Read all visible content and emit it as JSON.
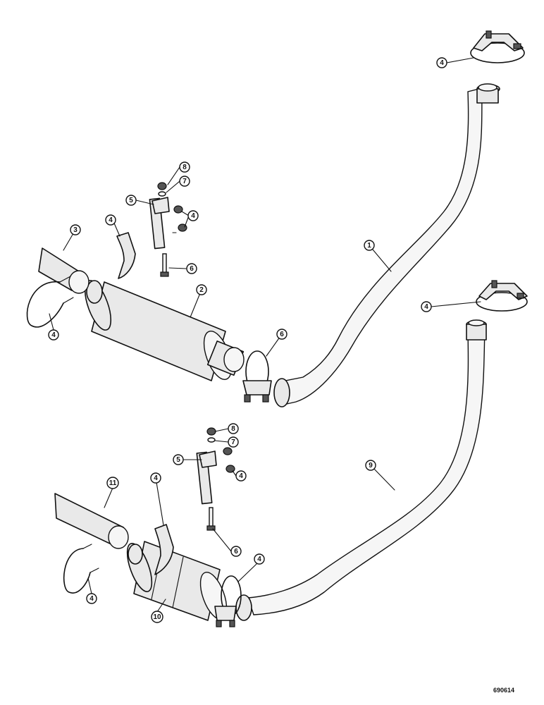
{
  "drawing_number": "690614",
  "callouts": [
    {
      "id": "c-4-top-clamp",
      "label": "4"
    },
    {
      "id": "c-8-top-nut",
      "label": "8"
    },
    {
      "id": "c-7-top-washer",
      "label": "7"
    },
    {
      "id": "c-5-top-bracket",
      "label": "5"
    },
    {
      "id": "c-4-top-nuts",
      "label": "4"
    },
    {
      "id": "c-4-top-strap",
      "label": "4"
    },
    {
      "id": "c-3-top-tube",
      "label": "3"
    },
    {
      "id": "c-6-top-bolt",
      "label": "6"
    },
    {
      "id": "c-1-top-pipe",
      "label": "1"
    },
    {
      "id": "c-2-top-muffler",
      "label": "2"
    },
    {
      "id": "c-4-top-ubolt",
      "label": "4"
    },
    {
      "id": "c-6-top-clamp",
      "label": "6"
    },
    {
      "id": "c-4-bot-clamp",
      "label": "4"
    },
    {
      "id": "c-8-bot-nut",
      "label": "8"
    },
    {
      "id": "c-7-bot-washer",
      "label": "7"
    },
    {
      "id": "c-5-bot-bracket",
      "label": "5"
    },
    {
      "id": "c-4-bot-nuts",
      "label": "4"
    },
    {
      "id": "c-9-bot-pipe",
      "label": "9"
    },
    {
      "id": "c-11-bot-tube",
      "label": "11"
    },
    {
      "id": "c-4-bot-strap",
      "label": "4"
    },
    {
      "id": "c-6-bot-bolt",
      "label": "6"
    },
    {
      "id": "c-4-bot-muffclamp",
      "label": "4"
    },
    {
      "id": "c-4-bot-ubolt",
      "label": "4"
    },
    {
      "id": "c-10-bot-muffler",
      "label": "10"
    }
  ]
}
